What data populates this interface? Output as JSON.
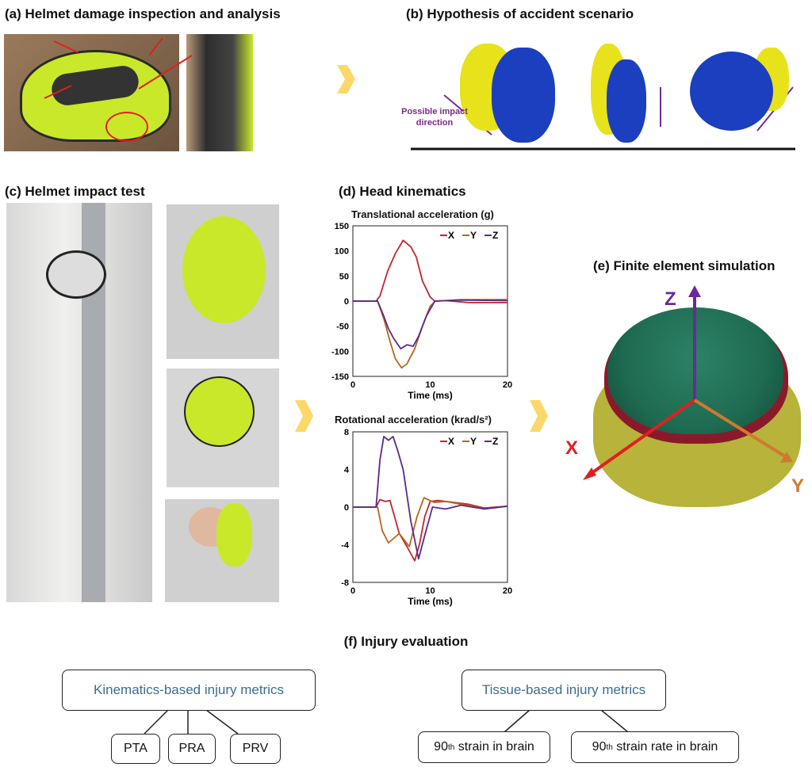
{
  "panels": {
    "a": {
      "title": "(a) Helmet damage inspection and analysis"
    },
    "b": {
      "title": "(b) Hypothesis of accident scenario",
      "impact_label": "Possible impact direction"
    },
    "c": {
      "title": "(c) Helmet impact test"
    },
    "d": {
      "title": "(d) Head kinematics"
    },
    "e": {
      "title": "(e) Finite element simulation",
      "axes": {
        "x": "X",
        "y": "Y",
        "z": "Z"
      }
    },
    "f": {
      "title": "(f) Injury evaluation",
      "kinematics": {
        "label": "Kinematics-based injury metrics",
        "children": [
          "PTA",
          "PRA",
          "PRV"
        ]
      },
      "tissue": {
        "label": "Tissue-based injury metrics",
        "children": [
          {
            "pre": "90",
            "sup": "th",
            "post": " strain in brain"
          },
          {
            "pre": "90",
            "sup": "th",
            "post": " strain rate in brain"
          }
        ]
      }
    }
  },
  "colors": {
    "X": "#c0272d",
    "Y": "#b8651b",
    "Z": "#5a2a8a",
    "arrow": "#fcd86a",
    "mesh_green": "#1f6b52",
    "mesh_yellow": "#b8b33a",
    "helmet_blue": "#1c3fbf",
    "head_yellow": "#e8e21a"
  },
  "chart_data": [
    {
      "type": "line",
      "title": "Translational acceleration (g)",
      "xlabel": "Time (ms)",
      "ylabel": "",
      "xlim": [
        0,
        20
      ],
      "ylim": [
        -150,
        150
      ],
      "xticks": [
        0,
        10,
        20
      ],
      "yticks": [
        150,
        100,
        50,
        0,
        -50,
        -100,
        -150
      ],
      "legend": "top-right",
      "series": [
        {
          "name": "X",
          "x": [
            0,
            3,
            3.5,
            4.5,
            5.5,
            6.5,
            7.5,
            8.2,
            9,
            10,
            10.6,
            12,
            15,
            20
          ],
          "y": [
            0,
            0,
            10,
            60,
            95,
            121,
            108,
            88,
            40,
            8,
            0,
            1,
            -3,
            -3
          ]
        },
        {
          "name": "Y",
          "x": [
            0,
            3.2,
            4,
            4.8,
            5.5,
            6.3,
            7,
            8,
            9,
            10,
            10.7,
            14,
            20
          ],
          "y": [
            0,
            0,
            -35,
            -80,
            -115,
            -133,
            -125,
            -95,
            -50,
            -10,
            0,
            3,
            3
          ]
        },
        {
          "name": "Z",
          "x": [
            0,
            3.2,
            4,
            4.6,
            5.3,
            6.2,
            7,
            7.8,
            8.5,
            9.5,
            10.6,
            14,
            20
          ],
          "y": [
            0,
            0,
            -30,
            -55,
            -75,
            -95,
            -87,
            -90,
            -70,
            -30,
            0,
            2,
            1
          ]
        }
      ]
    },
    {
      "type": "line",
      "title": "Rotational acceleration (krad/s²)",
      "xlabel": "Time (ms)",
      "ylabel": "",
      "xlim": [
        0,
        20
      ],
      "ylim": [
        -8,
        8
      ],
      "xticks": [
        0,
        10,
        20
      ],
      "yticks": [
        8,
        4,
        0,
        -4,
        -8
      ],
      "legend": "top-right",
      "series": [
        {
          "name": "X",
          "x": [
            0,
            3,
            3.5,
            4.2,
            4.8,
            6,
            7,
            8,
            8.6,
            9.3,
            10,
            11,
            13,
            15,
            17,
            20
          ],
          "y": [
            0,
            0,
            0.8,
            0.6,
            0.7,
            -2.8,
            -4.2,
            -5.7,
            -4,
            -1,
            0.6,
            0.7,
            0.5,
            0.3,
            -0.1,
            0.1
          ]
        },
        {
          "name": "Y",
          "x": [
            0,
            3.2,
            3.8,
            4.6,
            6,
            7.3,
            8.3,
            9.2,
            10.5,
            12,
            14,
            17,
            20
          ],
          "y": [
            0,
            0,
            -2.5,
            -3.8,
            -2.8,
            -4.2,
            -1,
            1,
            0.5,
            0.6,
            0.3,
            -0.2,
            0.1
          ]
        },
        {
          "name": "Z",
          "x": [
            0,
            3,
            3.5,
            4,
            4.6,
            5.2,
            5.8,
            6.5,
            7.5,
            8.5,
            9.3,
            10.3,
            12,
            14,
            17,
            20
          ],
          "y": [
            0,
            0,
            5,
            7.5,
            7.1,
            7.5,
            6,
            4,
            -1.5,
            -5.5,
            -3,
            0,
            -0.2,
            0.2,
            -0.2,
            0.1
          ]
        }
      ]
    }
  ]
}
